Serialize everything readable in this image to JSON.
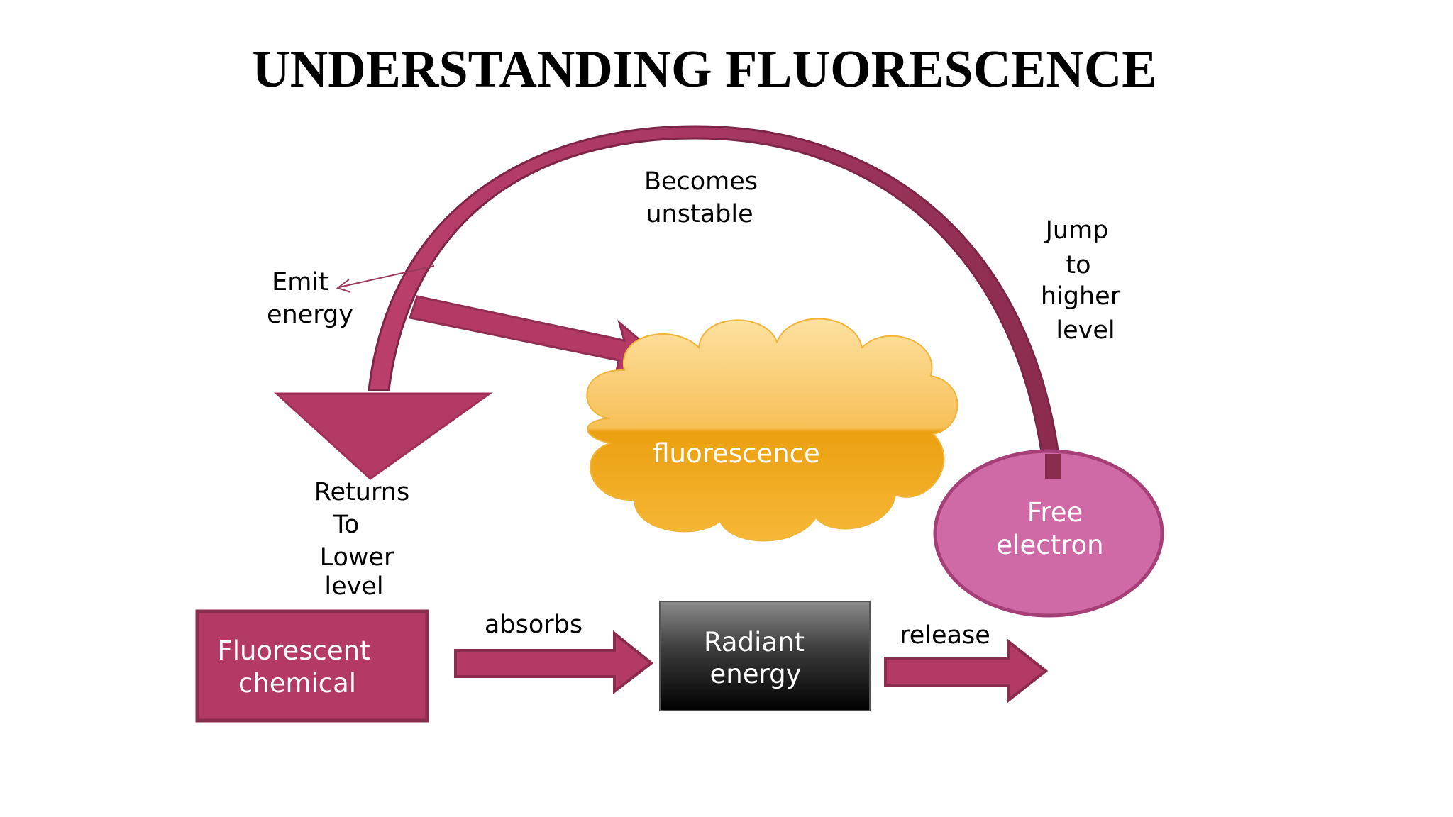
{
  "title": "UNDERSTANDING FLUORESCENCE",
  "nodes": {
    "chemical": [
      "Fluorescent",
      "chemical"
    ],
    "radiant": [
      "Radiant",
      "energy"
    ],
    "electron": [
      "Free",
      "electron"
    ],
    "cloud": "fluorescence"
  },
  "labels": {
    "absorbs": "absorbs",
    "release": "release",
    "unstable": [
      "Becomes",
      "unstable"
    ],
    "jump": [
      "Jump",
      "to",
      "higher",
      "level"
    ],
    "emit": [
      "Emit",
      "energy"
    ],
    "returns": [
      "Returns",
      "To",
      "Lower",
      "level"
    ]
  },
  "colors": {
    "primary": "#b23a64",
    "primary_dark": "#8a2c4e",
    "electron_fill": "#cf6aa6",
    "electron_stroke": "#a63e78",
    "cloud_light": "#fcd487",
    "cloud_dark": "#eda21a",
    "radiant_top": "#8a8a8a",
    "radiant_bottom": "#000000"
  }
}
